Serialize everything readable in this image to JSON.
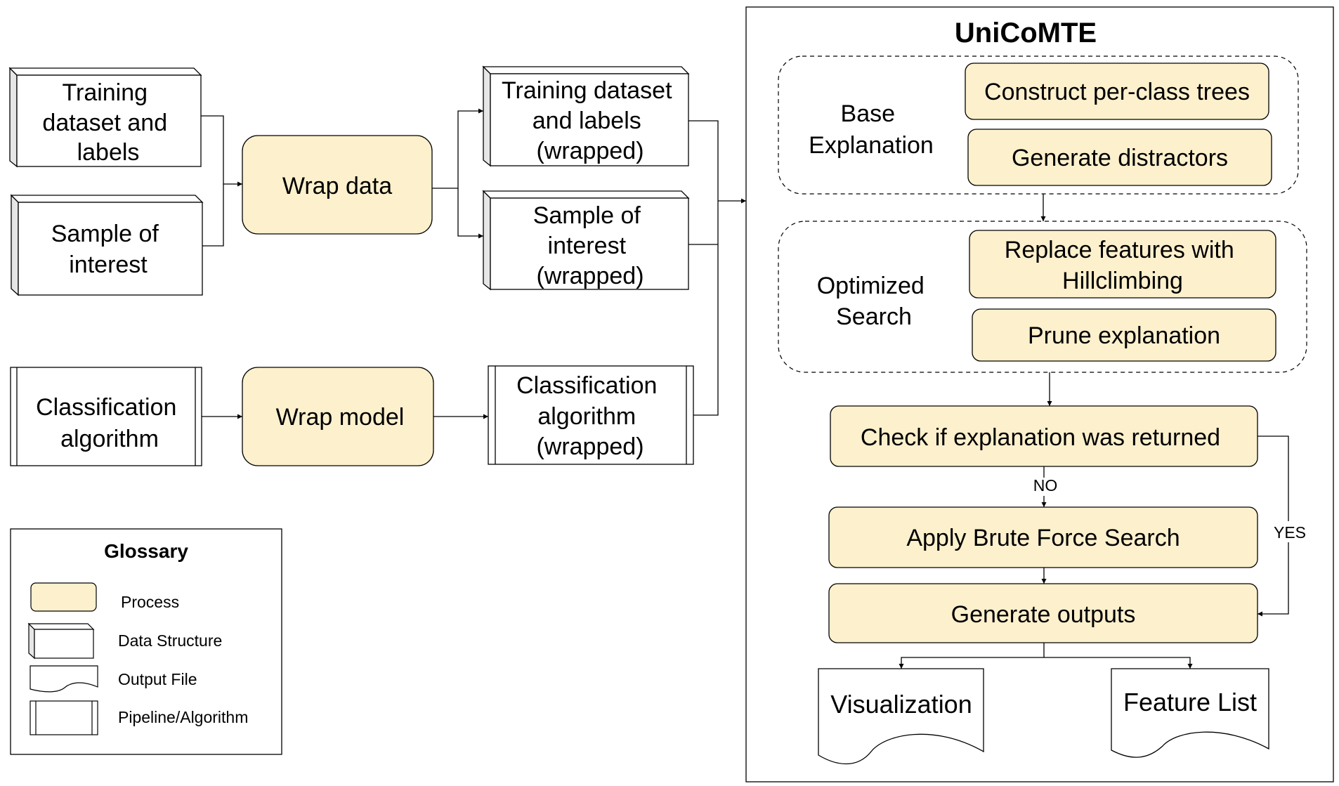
{
  "inputs": {
    "training": [
      "Training",
      "dataset and",
      "labels"
    ],
    "sample": [
      "Sample of",
      "interest"
    ],
    "classifier": [
      "Classification",
      "algorithm"
    ]
  },
  "processes": {
    "wrap_data": "Wrap data",
    "wrap_model": "Wrap model"
  },
  "wrapped": {
    "training": [
      "Training dataset",
      "and labels",
      "(wrapped)"
    ],
    "sample": [
      "Sample of",
      "interest",
      "(wrapped)"
    ],
    "classifier": [
      "Classification",
      "algorithm",
      "(wrapped)"
    ]
  },
  "unicomte": {
    "title": "UniCoMTE",
    "base_group": [
      "Base",
      "Explanation"
    ],
    "construct": "Construct per-class trees",
    "distractors": "Generate distractors",
    "search_group": [
      "Optimized",
      "Search"
    ],
    "replace": [
      "Replace features with",
      "Hillclimbing"
    ],
    "prune": "Prune explanation",
    "check": "Check if explanation was returned",
    "no": "NO",
    "yes": "YES",
    "brute": "Apply Brute Force Search",
    "outputs": "Generate outputs",
    "visualization": "Visualization",
    "feature_list": "Feature List"
  },
  "glossary": {
    "title": "Glossary",
    "process": "Process",
    "data_structure": "Data Structure",
    "output_file": "Output File",
    "pipeline": "Pipeline/Algorithm"
  },
  "colors": {
    "process_fill": "#fdf0cd",
    "stroke": "#000000",
    "side_shade": "#e6e6e6"
  }
}
